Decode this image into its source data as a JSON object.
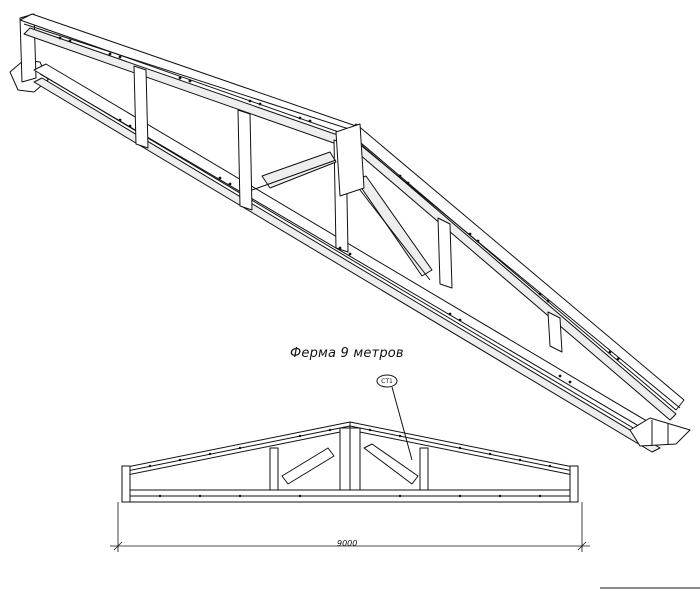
{
  "drawing": {
    "caption": "Ферма 9 метров",
    "span_dimension": "9000",
    "node_tag": "СТ1"
  },
  "colors": {
    "ink": "#111111",
    "paper": "#ffffff",
    "shade": "#d9d9d9"
  }
}
